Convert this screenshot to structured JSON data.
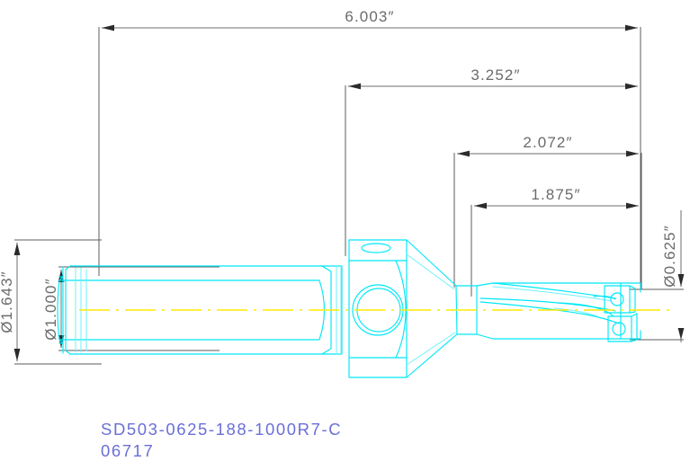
{
  "drawing": {
    "title": "Indexable Insert Drill — Dimensioned Side View",
    "background_color": "#ffffff",
    "geometry_color": "#00e8f7",
    "dimension_color": "#6b6b6b",
    "centerline_color": "#ffe800",
    "label_color": "#6a6fd8"
  },
  "dimensions": {
    "overall_length": {
      "label": "6.003″",
      "value": 6.003,
      "unit": "inch",
      "orientation": "horizontal"
    },
    "gage_length": {
      "label": "3.252″",
      "value": 3.252,
      "unit": "inch",
      "orientation": "horizontal"
    },
    "flute_reach": {
      "label": "2.072″",
      "value": 2.072,
      "unit": "inch",
      "orientation": "horizontal"
    },
    "drill_depth": {
      "label": "1.875″",
      "value": 1.875,
      "unit": "inch",
      "orientation": "horizontal"
    },
    "flange_diameter": {
      "label": "Ø1.643″",
      "value": 1.643,
      "unit": "inch",
      "orientation": "vertical"
    },
    "shank_diameter": {
      "label": "Ø1.000″",
      "value": 1.0,
      "unit": "inch",
      "orientation": "vertical"
    },
    "cutting_diameter": {
      "label": "Ø0.625″",
      "value": 0.625,
      "unit": "inch",
      "orientation": "vertical"
    }
  },
  "part_label": {
    "part_number": "SD503-0625-188-1000R7-C",
    "item_code": "06717"
  }
}
